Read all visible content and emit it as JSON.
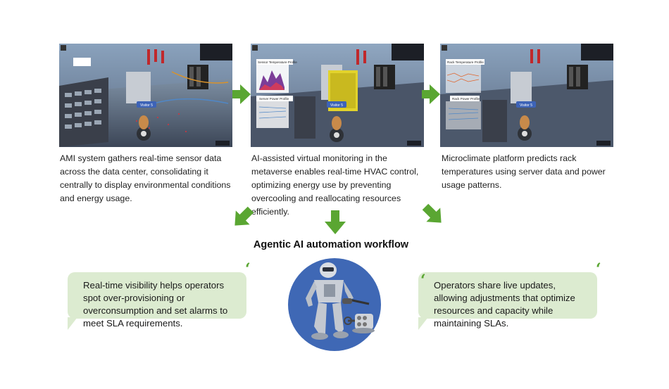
{
  "panels": [
    {
      "caption": "AMI system gathers real-time sensor data across the data center, consolidating it centrally to display environmental conditions and energy usage.",
      "badge": "Visitor 5"
    },
    {
      "caption": "AI-assisted virtual monitoring in the metaverse enables real-time HVAC control, optimizing energy use by preventing overcooling and reallocating resources efficiently.",
      "badge": "Visitor 5",
      "chart_labels": [
        "Sensor Temperature Profile",
        "Server Power Profile"
      ]
    },
    {
      "caption": "Microclimate platform predicts rack temperatures using server data and power usage patterns.",
      "badge": "Visitor 5",
      "chart_labels": [
        "Rack Temperature Profile",
        "Rack Power Profile"
      ]
    }
  ],
  "workflow_title": "Agentic AI automation workflow",
  "bubbles": {
    "left": "Real-time visibility helps operators spot over-provisioning or overconsumption and set alarms to meet SLA requirements.",
    "right": "Operators share live updates, allowing adjustments that optimize resources and capacity while maintaining SLAs."
  },
  "colors": {
    "arrow_green": "#5aa632",
    "bubble_bg": "#dcebd0",
    "robot_circle": "#3f68b5"
  }
}
